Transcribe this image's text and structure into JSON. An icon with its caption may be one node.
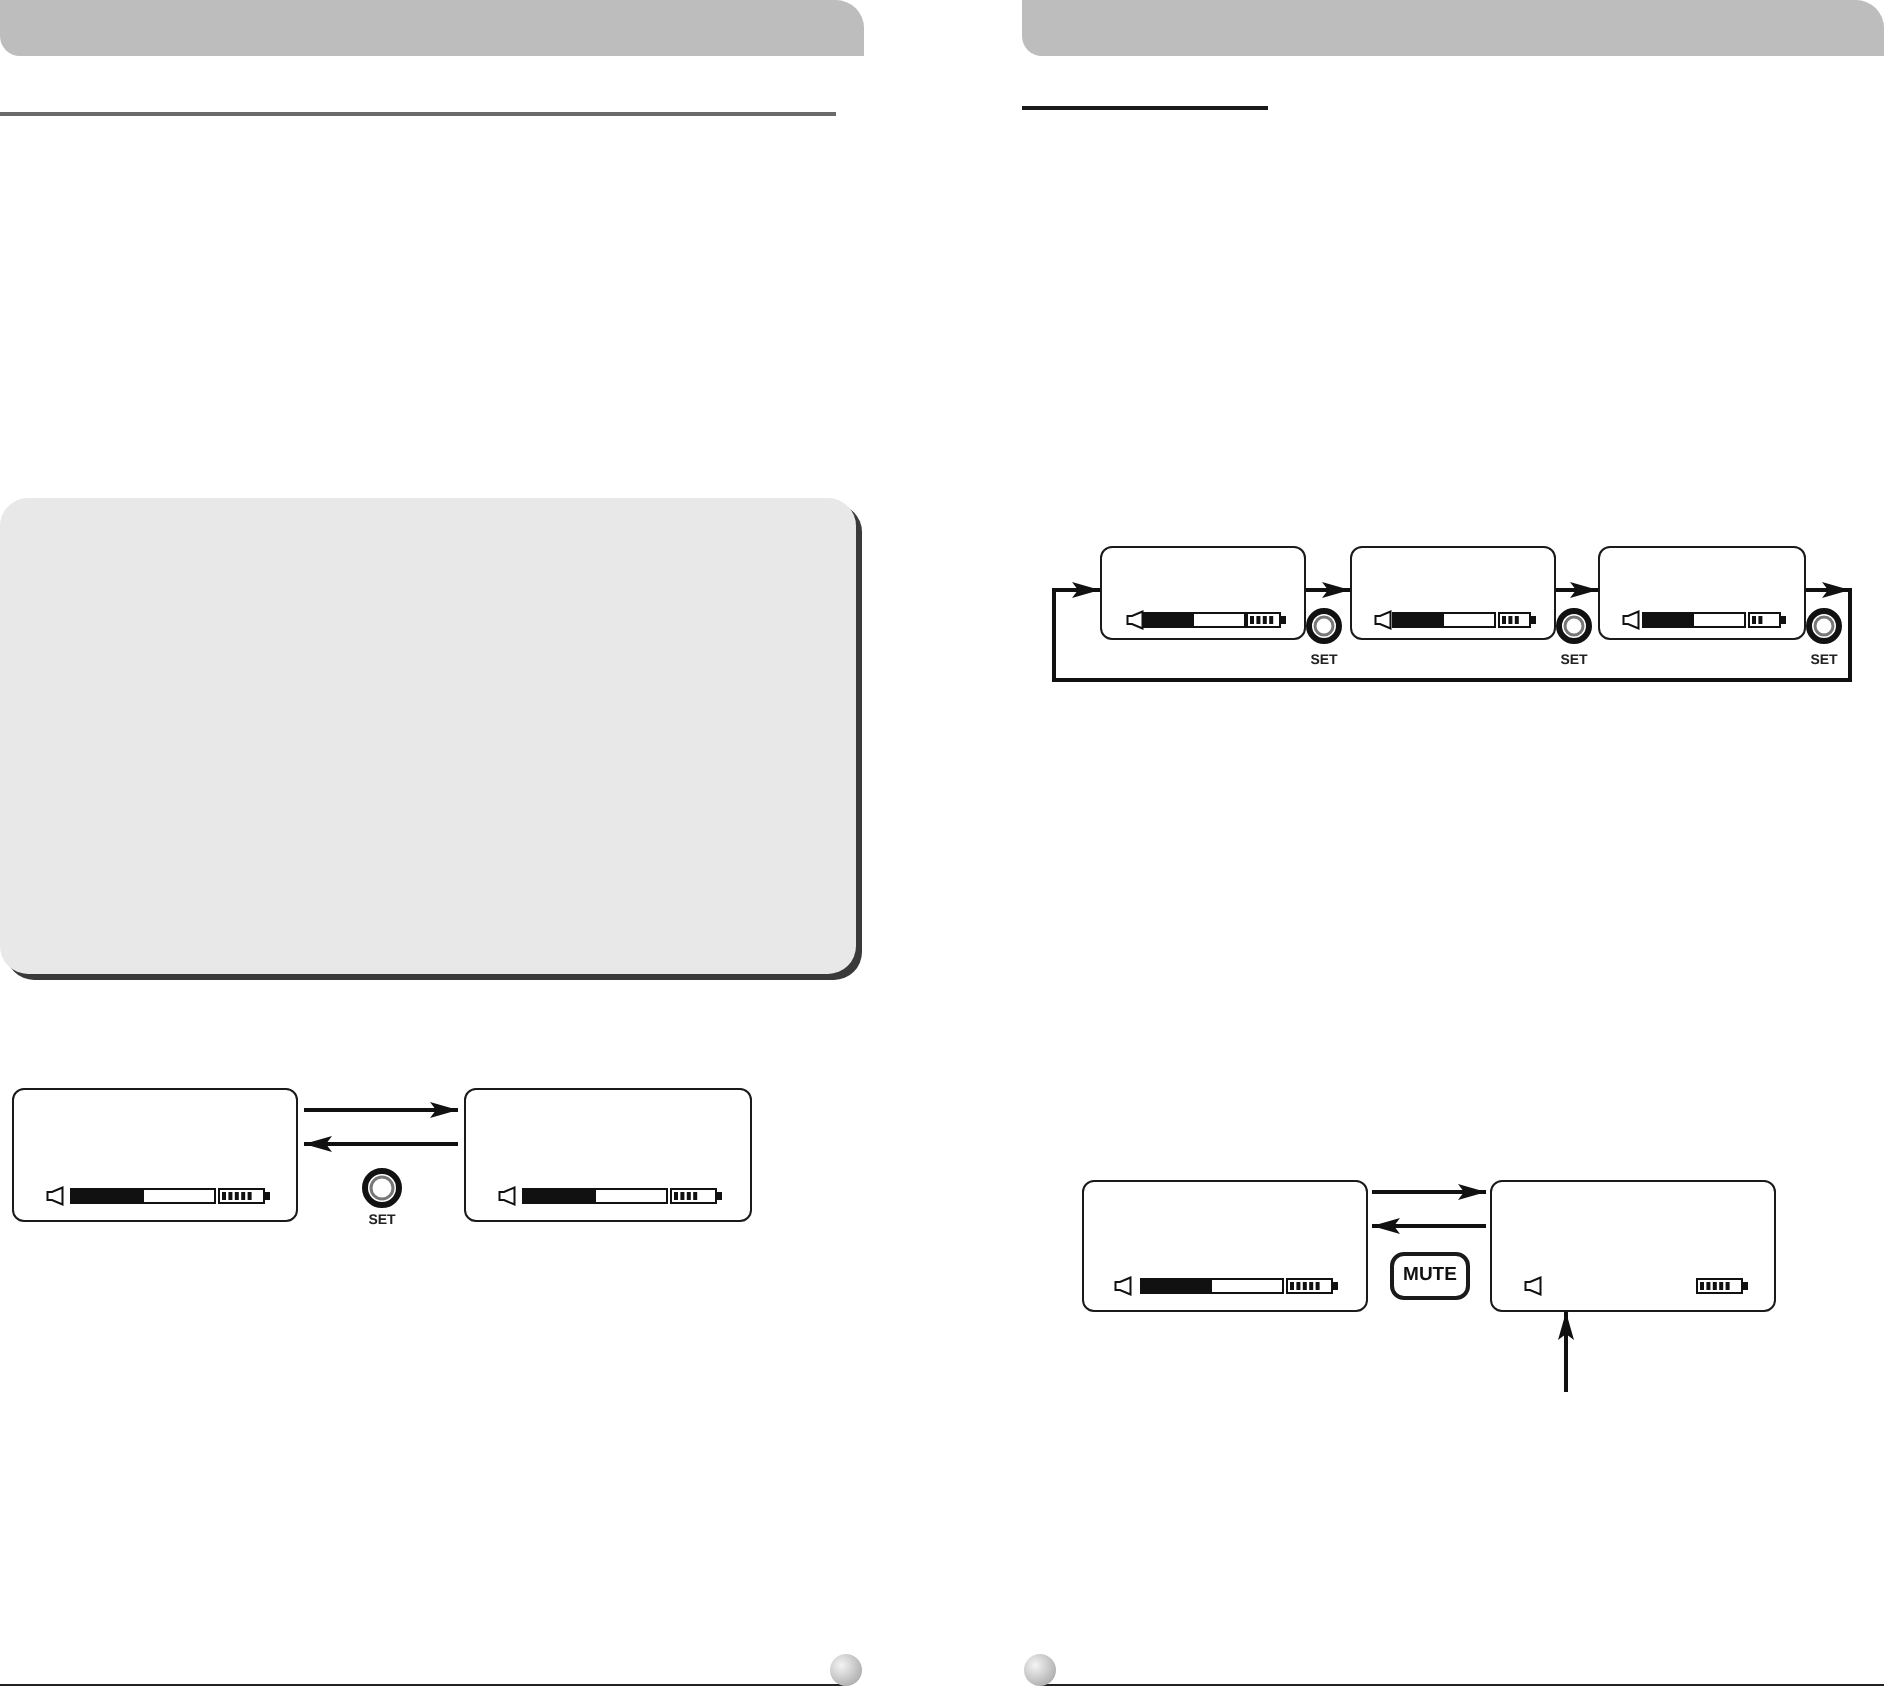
{
  "diagram": {
    "nodes": [
      {
        "text": [],
        "shape": "box"
      },
      {
        "text": [],
        "shape": "box"
      },
      {
        "text": [],
        "shape": "box"
      },
      {
        "text": [],
        "shape": "box"
      },
      {
        "text": [],
        "shape": "box"
      },
      {
        "text": [],
        "shape": "box"
      },
      {
        "text": [
          "MUTE"
        ]
      },
      {
        "text": [],
        "shape": "box"
      }
    ],
    "edges": [
      {
        "from": 0,
        "to": 1,
        "arrow": "to"
      },
      {
        "from": 1,
        "to": 0,
        "arrow": "to"
      },
      {
        "from": 2,
        "to": 3,
        "arrow": "to"
      },
      {
        "from": 3,
        "to": 4,
        "arrow": "to"
      },
      {
        "from": 4,
        "to": 2,
        "arrow": "to"
      },
      {
        "from": 5,
        "to": 7,
        "arrow": "to"
      },
      {
        "from": 7,
        "to": 5,
        "arrow": "to"
      },
      {
        "from": null,
        "to": 7,
        "arrow": "to"
      }
    ],
    "labels": [
      "SET",
      "SET",
      "SET",
      "SET"
    ]
  }
}
